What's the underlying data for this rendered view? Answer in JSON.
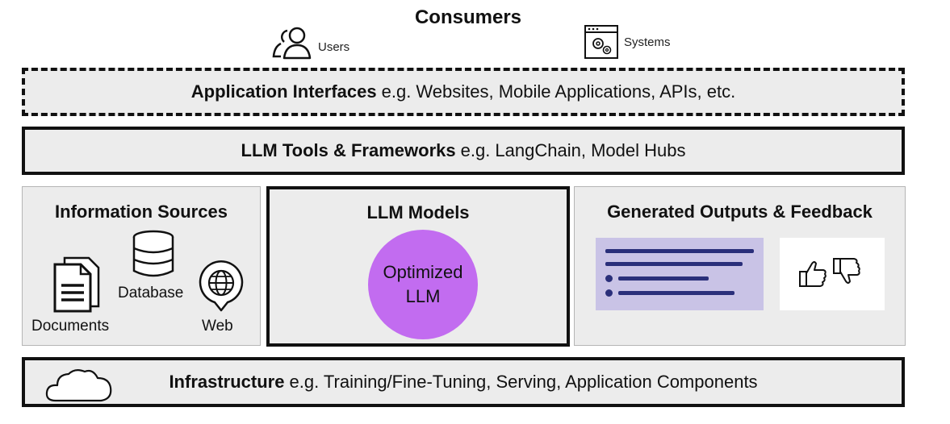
{
  "consumers": {
    "title": "Consumers",
    "users_label": "Users",
    "systems_label": "Systems"
  },
  "app_interfaces": {
    "bold": "Application Interfaces",
    "rest": "e.g. Websites, Mobile Applications, APIs, etc."
  },
  "llm_tools": {
    "bold": "LLM Tools & Frameworks",
    "rest": "e.g.  LangChain, Model Hubs"
  },
  "info_sources": {
    "title": "Information Sources",
    "database_label": "Database",
    "documents_label": "Documents",
    "web_label": "Web"
  },
  "llm_models": {
    "title": "LLM Models",
    "circle_line1": "Optimized",
    "circle_line2": "LLM",
    "circle_color": "#c26cf0"
  },
  "outputs": {
    "title": "Generated Outputs & Feedback",
    "doc_color": "#c9c3e6",
    "line_color": "#2a2f7a"
  },
  "infrastructure": {
    "bold": "Infrastructure",
    "rest": "e.g.  Training/Fine-Tuning, Serving, Application Components"
  }
}
